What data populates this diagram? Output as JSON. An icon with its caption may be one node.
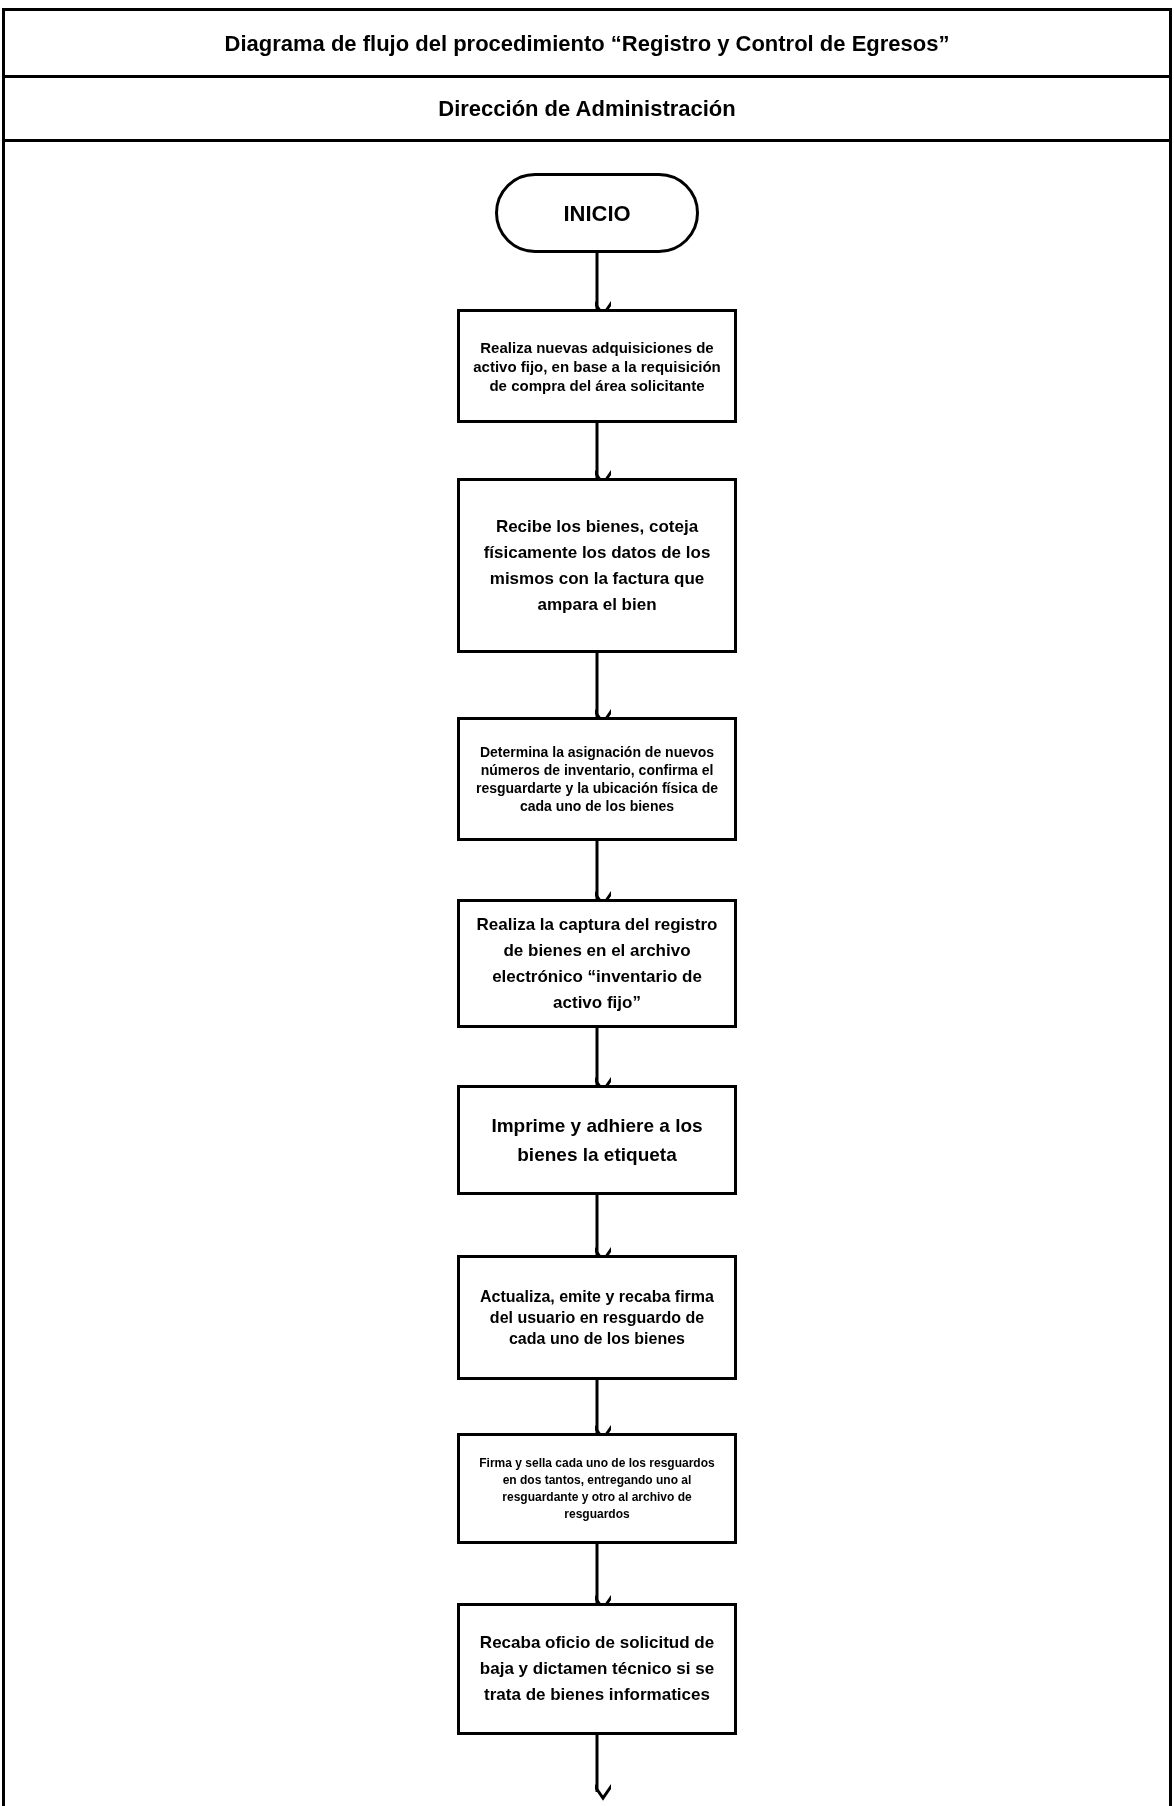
{
  "diagram": {
    "title": "Diagrama de flujo del procedimiento “Registro y Control de Egresos”",
    "labels": [
      "Dirección de Administración"
    ],
    "nodes": [
      {
        "text": [
          "INICIO"
        ]
      },
      {
        "text": [
          "Realiza nuevas adquisiciones de activo fijo, en base a la requisición de compra del área solicitante"
        ]
      },
      {
        "text": [
          "Recibe los bienes, coteja físicamente los datos de los mismos con la factura que ampara el bien"
        ]
      },
      {
        "text": [
          "Determina la asignación de nuevos números de inventario, confirma el resguardarte y la ubicación física de cada uno de los bienes"
        ]
      },
      {
        "text": [
          "Realiza la captura del registro de bienes en el archivo electrónico “inventario de activo fijo”"
        ]
      },
      {
        "text": [
          "Imprime y adhiere a los bienes la etiqueta"
        ]
      },
      {
        "text": [
          "Actualiza, emite y recaba firma del usuario en resguardo de cada uno de los bienes"
        ]
      },
      {
        "text": [
          "Firma y sella cada uno de los resguardos en dos tantos, entregando uno al resguardante y otro al archivo de resguardos"
        ]
      },
      {
        "text": [
          "Recaba oficio de solicitud de baja y dictamen técnico si se trata de bienes informatices"
        ]
      }
    ],
    "edges": [
      {
        "from": 0,
        "to": 1,
        "arrow": "to"
      },
      {
        "from": 1,
        "to": 2,
        "arrow": "to"
      },
      {
        "from": 2,
        "to": 3,
        "arrow": "to"
      },
      {
        "from": 3,
        "to": 4,
        "arrow": "to"
      },
      {
        "from": 4,
        "to": 5,
        "arrow": "to"
      },
      {
        "from": 5,
        "to": 6,
        "arrow": "to"
      },
      {
        "from": 6,
        "to": 7,
        "arrow": "to"
      },
      {
        "from": 7,
        "to": 8,
        "arrow": "to"
      },
      {
        "from": 8,
        "to": null,
        "arrow": "to"
      }
    ]
  }
}
